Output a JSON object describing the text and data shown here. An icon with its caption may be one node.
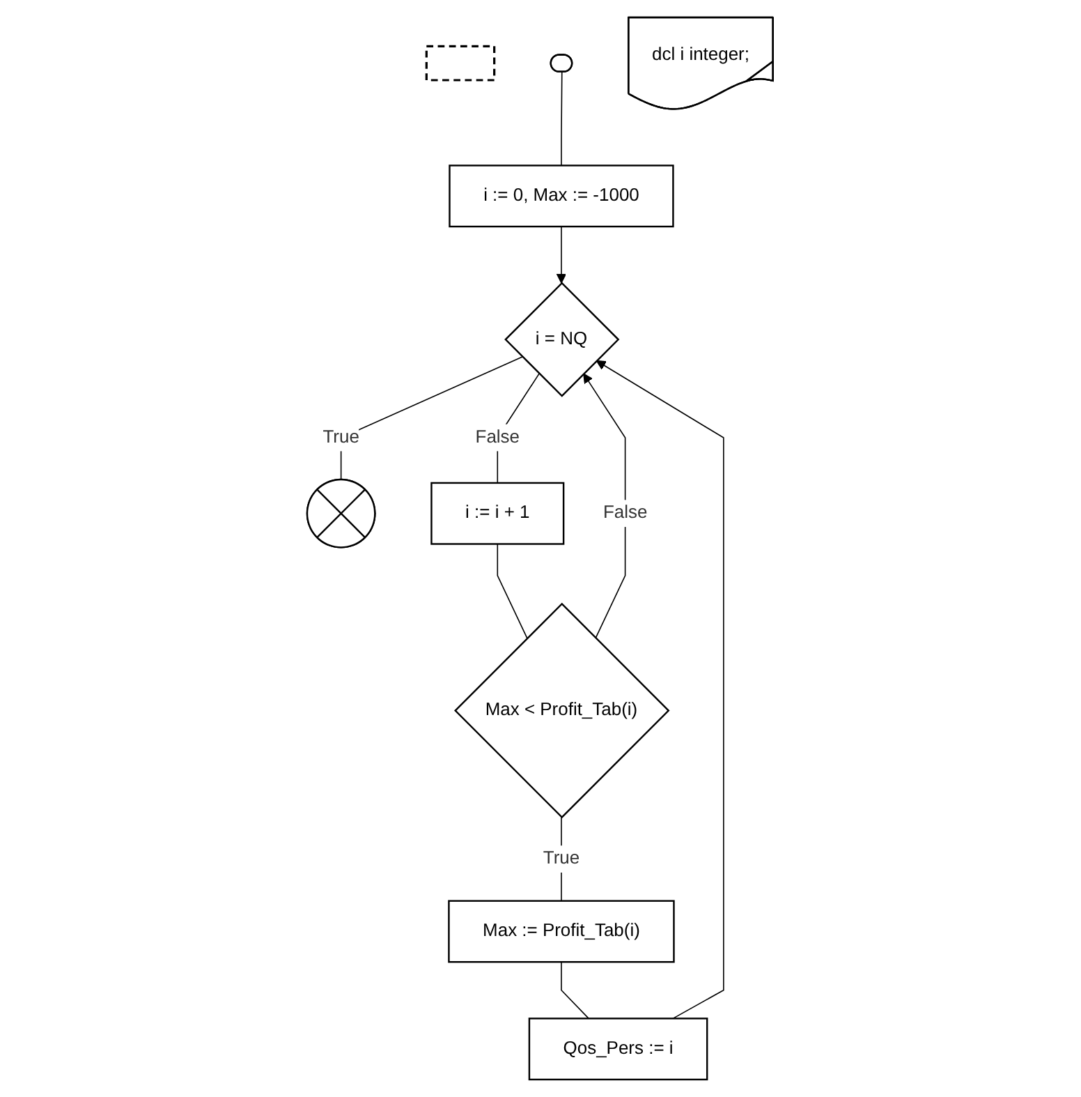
{
  "diagram": {
    "nodes": [
      {
        "text": [],
        "shape": "box"
      },
      {
        "text": [],
        "shape": "stadium"
      },
      {
        "text": [
          "i := 0, Max := -1000"
        ]
      },
      {
        "text": [
          "dcl i integer;"
        ]
      },
      {
        "text": [
          "i = NQ"
        ]
      },
      {
        "text": [
          "i := i + 1"
        ]
      },
      {
        "text": [
          "Max < Profit_Tab(i)"
        ]
      },
      {
        "text": [
          "Max := Profit_Tab(i)"
        ]
      },
      {
        "text": [
          "Qos_Pers := i"
        ]
      },
      {
        "text": [],
        "shape": "circle"
      }
    ],
    "edges": [
      {
        "from": 1,
        "to": 2,
        "arrow": "none"
      },
      {
        "from": 2,
        "to": 4,
        "arrow": "to"
      },
      {
        "from": 4,
        "to": 9,
        "label": "True",
        "arrow": "none"
      },
      {
        "from": 4,
        "to": 5,
        "label": "False",
        "arrow": "none"
      },
      {
        "from": 5,
        "to": 6,
        "arrow": "none"
      },
      {
        "from": 6,
        "to": 4,
        "label": "False",
        "arrow": "to"
      },
      {
        "from": 6,
        "to": 7,
        "label": "True",
        "arrow": "none"
      },
      {
        "from": 7,
        "to": 8,
        "arrow": "none"
      },
      {
        "from": 8,
        "to": 4,
        "arrow": "to"
      }
    ]
  }
}
